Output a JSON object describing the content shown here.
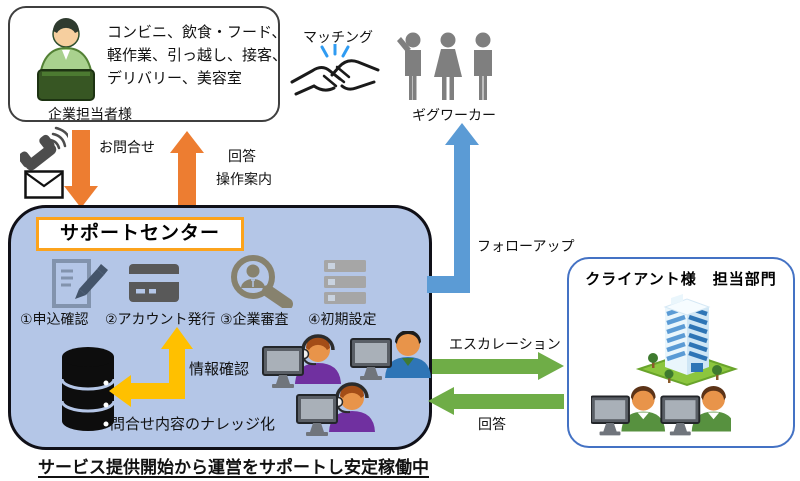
{
  "company": {
    "industries": [
      "コンビニ、飲食・フード、",
      "軽作業、引っ越し、接客、",
      "デリバリー、美容室"
    ],
    "label": "企業担当者様"
  },
  "matching": {
    "label": "マッチング"
  },
  "gig_worker": {
    "label": "ギグワーカー"
  },
  "inquiry_flow": {
    "inquiry": "お問合せ",
    "answer": "回答",
    "guidance": "操作案内"
  },
  "support_center": {
    "title": "サポートセンター",
    "steps": [
      {
        "label": "①申込確認",
        "icon": "document-pencil-icon"
      },
      {
        "label": "②アカウント発行",
        "icon": "account-card-icon"
      },
      {
        "label": "③企業審査",
        "icon": "magnifier-person-icon"
      },
      {
        "label": "④初期設定",
        "icon": "server-stack-icon"
      }
    ],
    "info_check": "情報確認",
    "knowledge": "問合せ内容のナレッジ化"
  },
  "followup": {
    "label": "フォローアップ"
  },
  "client_flow": {
    "escalation": "エスカレーション",
    "answer": "回答"
  },
  "client": {
    "title": "クライアント様　担当部門"
  },
  "tagline": "サービス提供開始から運営をサポートし安定稼働中",
  "icons": [
    "company-user-icon",
    "handshake-icon",
    "gig-workers-icon",
    "phone-icon",
    "mail-icon",
    "document-pencil-icon",
    "account-card-icon",
    "magnifier-person-icon",
    "server-stack-icon",
    "database-icon",
    "knowledge-arrow-icon",
    "operators-icon",
    "followup-arrow-icon",
    "building-icon",
    "client-staff-icon"
  ],
  "colors": {
    "orange_arrow": "#ED7D31",
    "gold_arrow": "#FFC000",
    "blue_arrow": "#5B9BD5",
    "green_arrow": "#6FAD47",
    "support_fill": "#B4C6E7",
    "title_border": "#FCA31C",
    "client_border": "#4472C4"
  }
}
